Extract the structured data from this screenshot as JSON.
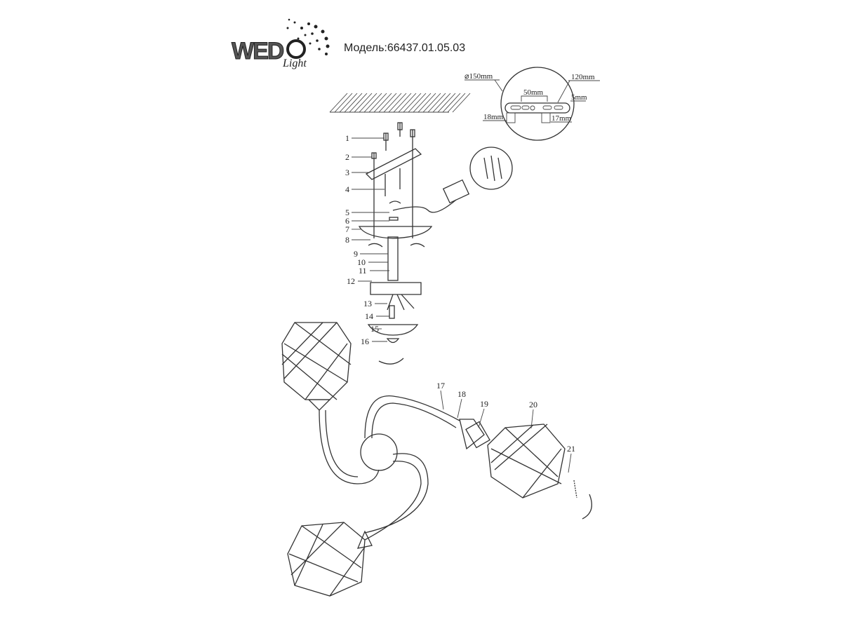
{
  "logo": {
    "brand": "WEDO",
    "sub": "Light"
  },
  "model_label": "Модель:66437.01.05.03",
  "dimensions": {
    "diameter": "⌀150mm",
    "length": "120mm",
    "spacing": "50mm",
    "thickness": "5mm",
    "left_height": "18mm",
    "right_height": "17mm"
  },
  "part_numbers": [
    "1",
    "2",
    "3",
    "4",
    "5",
    "6",
    "7",
    "8",
    "9",
    "10",
    "11",
    "12",
    "13",
    "14",
    "15",
    "16",
    "17",
    "18",
    "19",
    "20",
    "21"
  ]
}
